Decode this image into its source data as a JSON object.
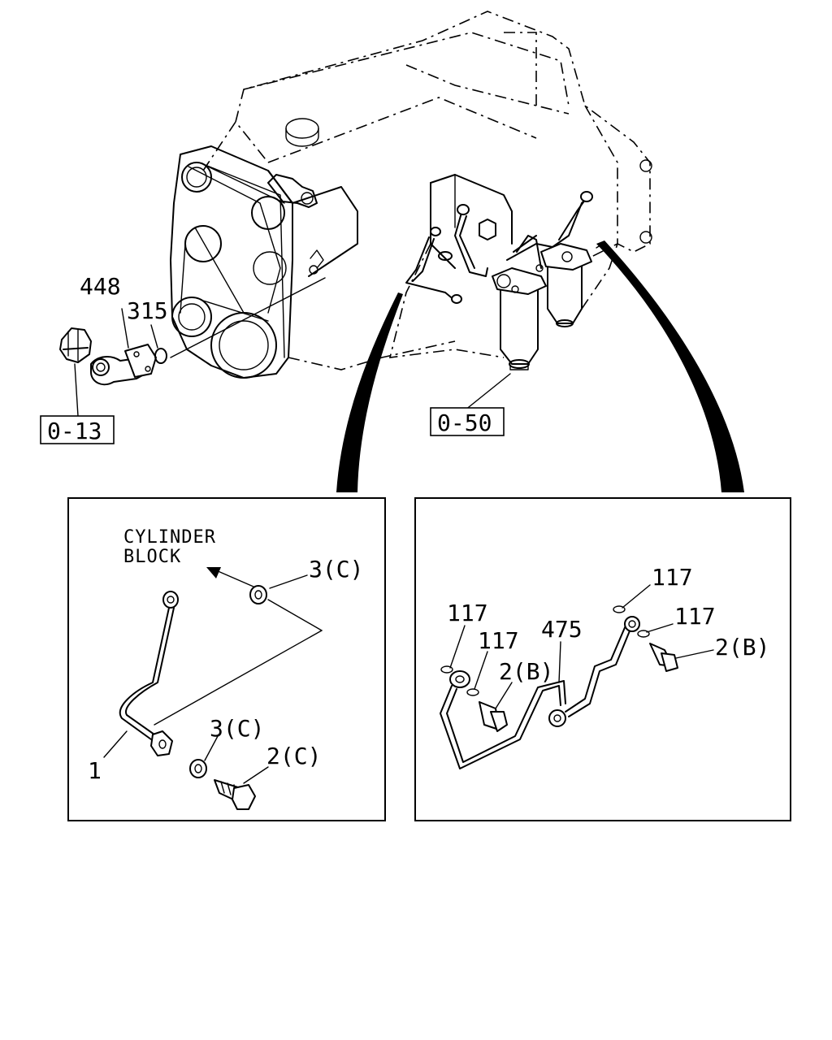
{
  "references": {
    "ref_0_13": "0-13",
    "ref_0_50": "0-50"
  },
  "overview_labels": {
    "p448": "448",
    "p315": "315"
  },
  "left_detail": {
    "note_line1": "CYLINDER",
    "note_line2": "BLOCK",
    "p3c_top": "3(C)",
    "p3c_bottom": "3(C)",
    "p2c": "2(C)",
    "p1": "1"
  },
  "right_detail": {
    "p117_a": "117",
    "p117_b": "117",
    "p117_c": "117",
    "p117_d": "117",
    "p475": "475",
    "p2b_left": "2(B)",
    "p2b_right": "2(B)"
  }
}
